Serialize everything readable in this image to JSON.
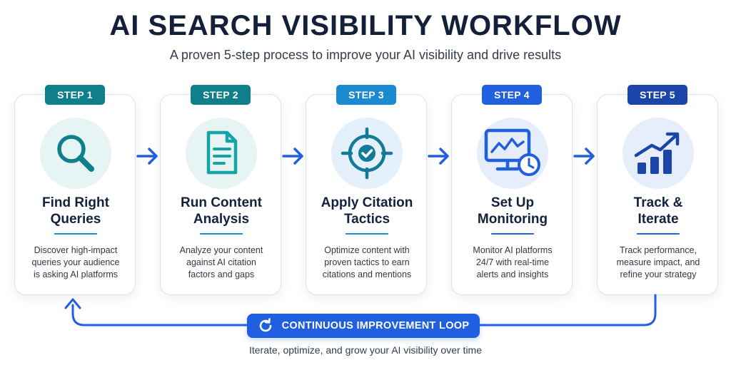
{
  "header": {
    "title": "AI SEARCH VISIBILITY WORKFLOW",
    "subtitle": "A proven 5-step process to improve your AI visibility and drive results"
  },
  "steps": [
    {
      "badge": "STEP 1",
      "title_line1": "Find Right",
      "title_line2": "Queries",
      "desc_line1": "Discover high-impact",
      "desc_line2": "queries your audience",
      "desc_line3": "is asking AI platforms",
      "icon": "magnifier-icon",
      "badge_color": "#0f7f8c"
    },
    {
      "badge": "STEP 2",
      "title_line1": "Run Content",
      "title_line2": "Analysis",
      "desc_line1": "Analyze your content",
      "desc_line2": "against AI citation",
      "desc_line3": "factors and gaps",
      "icon": "document-icon",
      "badge_color": "#0f7f8c"
    },
    {
      "badge": "STEP 3",
      "title_line1": "Apply Citation",
      "title_line2": "Tactics",
      "desc_line1": "Optimize content with",
      "desc_line2": "proven tactics to earn",
      "desc_line3": "citations and mentions",
      "icon": "target-check-icon",
      "badge_color": "#1a8bd0"
    },
    {
      "badge": "STEP 4",
      "title_line1": "Set Up",
      "title_line2": "Monitoring",
      "desc_line1": "Monitor AI platforms",
      "desc_line2": "24/7 with real-time",
      "desc_line3": "alerts and insights",
      "icon": "monitor-clock-icon",
      "badge_color": "#1f5fe0"
    },
    {
      "badge": "STEP 5",
      "title_line1": "Track &",
      "title_line2": "Iterate",
      "desc_line1": "Track performance,",
      "desc_line2": "measure impact, and",
      "desc_line3": "refine your strategy",
      "icon": "growth-chart-icon",
      "badge_color": "#1b45a8"
    }
  ],
  "loop": {
    "label": "CONTINUOUS IMPROVEMENT LOOP",
    "icon": "refresh-icon",
    "caption": "Iterate, optimize, and grow your AI visibility over time"
  },
  "colors": {
    "teal": "#0f7f8c",
    "blue": "#1f5fe0",
    "navy": "#1b45a8",
    "title": "#14203a"
  }
}
